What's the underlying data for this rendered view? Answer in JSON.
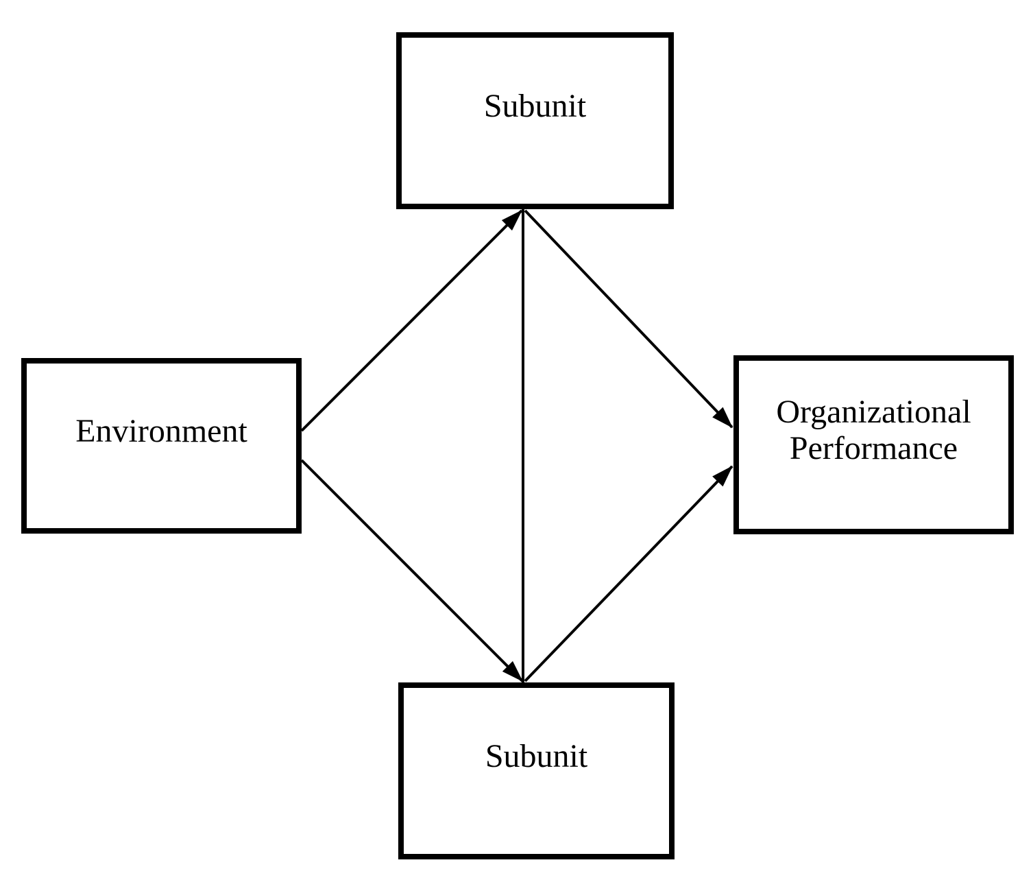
{
  "diagram": {
    "title": "",
    "nodes": [
      {
        "id": "subunit-top",
        "lines": [
          "Subunit"
        ]
      },
      {
        "id": "environment",
        "lines": [
          "Environment"
        ]
      },
      {
        "id": "organizational-performance",
        "lines": [
          "Organizational",
          "Performance"
        ]
      },
      {
        "id": "subunit-bottom",
        "lines": [
          "Subunit"
        ]
      }
    ],
    "edges": [
      {
        "from": "environment",
        "to": "subunit-top",
        "directed": true,
        "arrowhead_at": "subunit-top"
      },
      {
        "from": "environment",
        "to": "subunit-bottom",
        "directed": true,
        "arrowhead_at": "subunit-bottom"
      },
      {
        "from": "subunit-top",
        "to": "organizational-performance",
        "directed": true,
        "arrowhead_at": "organizational-performance"
      },
      {
        "from": "subunit-bottom",
        "to": "organizational-performance",
        "directed": true,
        "arrowhead_at": "organizational-performance"
      },
      {
        "from": "subunit-top",
        "to": "subunit-bottom",
        "directed": false,
        "arrowhead_at": "none"
      }
    ],
    "colors": {
      "background": "#ffffff",
      "box_border": "#000000",
      "line": "#000000",
      "text": "#000000"
    }
  }
}
